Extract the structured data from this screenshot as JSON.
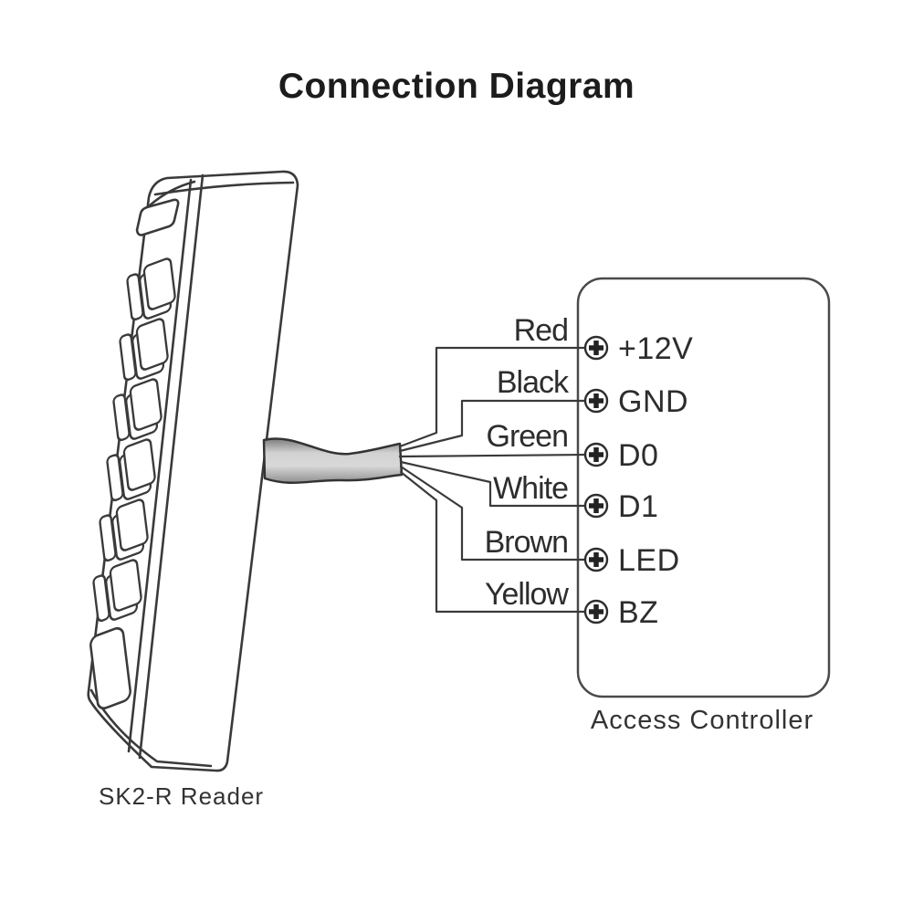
{
  "title": "Connection Diagram",
  "reader": {
    "label": "SK2-R Reader"
  },
  "controller": {
    "label": "Access Controller",
    "terminals": [
      {
        "wire": "Red",
        "terminal": "+12V"
      },
      {
        "wire": "Black",
        "terminal": "GND"
      },
      {
        "wire": "Green",
        "terminal": "D0"
      },
      {
        "wire": "White",
        "terminal": "D1"
      },
      {
        "wire": "Brown",
        "terminal": "LED"
      },
      {
        "wire": "Yellow",
        "terminal": "BZ"
      }
    ]
  },
  "icons": {
    "terminal_icon": "screw-terminal-plus"
  },
  "colors": {
    "line": "#3a3a3a",
    "text": "#2d2d2d",
    "cable_gray": "#b9b9b9",
    "background": "#ffffff"
  }
}
